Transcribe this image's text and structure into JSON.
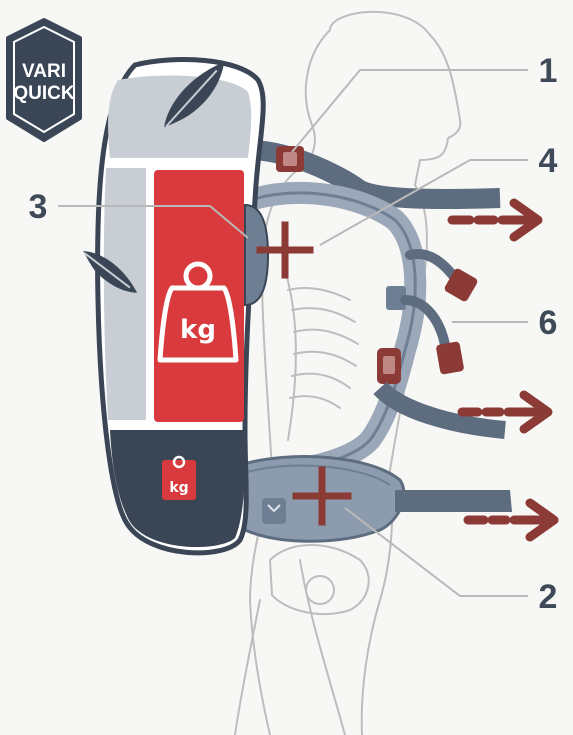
{
  "badge": {
    "line1": "VARI",
    "line2": "QUICK"
  },
  "callouts": [
    {
      "id": "1",
      "label": "1"
    },
    {
      "id": "4",
      "label": "4"
    },
    {
      "id": "3",
      "label": "3"
    },
    {
      "id": "6",
      "label": "6"
    },
    {
      "id": "2",
      "label": "2"
    }
  ],
  "weights": {
    "big_label": "kg",
    "small_label": "kg"
  },
  "colors": {
    "accent_red": "#d93a3d",
    "dark_red": "#8b3a36",
    "slate": "#3a4656",
    "light_gray": "#c9ced4",
    "strap_blue": "#6f7f93",
    "outline_gray": "#b9b9b9"
  }
}
